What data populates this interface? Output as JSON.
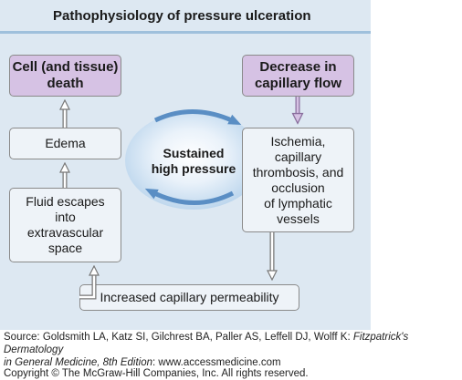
{
  "diagram": {
    "title": "Pathophysiology of pressure ulceration",
    "nodes": {
      "cell_death": "Cell (and tissue)\ndeath",
      "decrease_flow": "Decrease in\ncapillary flow",
      "edema": "Edema",
      "ischemia": "Ischemia,\ncapillary\nthrombosis, and\nocclusion\nof lymphatic\nvessels",
      "fluid": "Fluid escapes\ninto\nextravascular\nspace",
      "permeability": "Increased capillary permeability",
      "center": "Sustained\nhigh pressure"
    },
    "colors": {
      "background": "#dde8f2",
      "key_fill": "#d6c2e4",
      "plain_fill": "#eef3f8",
      "accent": "#9fc0dc"
    }
  },
  "footer": {
    "source_prefix": "Source: Goldsmith LA, Katz SI, Gilchrest BA, Paller AS, Leffell DJ, Wolff K: ",
    "source_book": "Fitzpatrick's Dermatology",
    "source_book2": "in General Medicine, 8th Edition",
    "source_url": ": www.accessmedicine.com",
    "copyright": "Copyright © The McGraw-Hill Companies, Inc. All rights reserved."
  }
}
